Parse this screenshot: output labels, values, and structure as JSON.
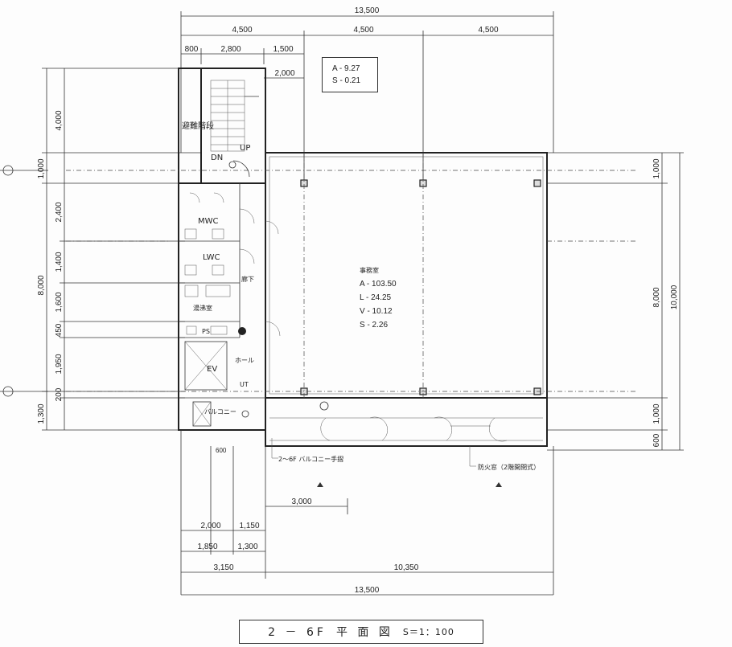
{
  "dims": {
    "top_total": "13,500",
    "top_spans": [
      "4,500",
      "4,500",
      "4,500"
    ],
    "top_sub": [
      "800",
      "2,800",
      "1,500"
    ],
    "top_offset": "2,000",
    "left_vertical": [
      "4,000",
      "1,000",
      "2,400",
      "1,400",
      "1,600",
      "450",
      "1,950",
      "200",
      "1,300"
    ],
    "left_total": "8,000",
    "right_vertical": [
      "1,000",
      "8,000",
      "1,000",
      "600"
    ],
    "right_total": "10,000",
    "bottom_3000": "3,000",
    "bottom_2000": "2,000",
    "bottom_1150": "1,150",
    "bottom_1850": "1,850",
    "bottom_1300": "1,300",
    "bottom_3150": "3,150",
    "bottom_10350": "10,350",
    "bottom_total": "13,500",
    "door_width": "600"
  },
  "area_box": {
    "a": "A - 9.27",
    "s": "S - 0.21"
  },
  "office": {
    "name": "事務室",
    "a": "A - 103.50",
    "l": "L - 24.25",
    "v": "V - 10.12",
    "s": "S - 2.26"
  },
  "rooms": {
    "stair": "避難階段",
    "dn": "DN",
    "up": "UP",
    "mwc": "MWC",
    "lwc": "LWC",
    "corridor": "廊下",
    "kitchen": "湯沸室",
    "ps": "PS",
    "ev": "EV",
    "hall": "ホール",
    "ut": "UT",
    "balcony": "バルコニー"
  },
  "notes": {
    "balcony_note": "2～6F バルコニー手摺",
    "window_note": "防火窓（2階開閉式）"
  },
  "title": {
    "floor": "2 － 6F",
    "plan": "平 面 図",
    "scale": "S＝1：100"
  }
}
